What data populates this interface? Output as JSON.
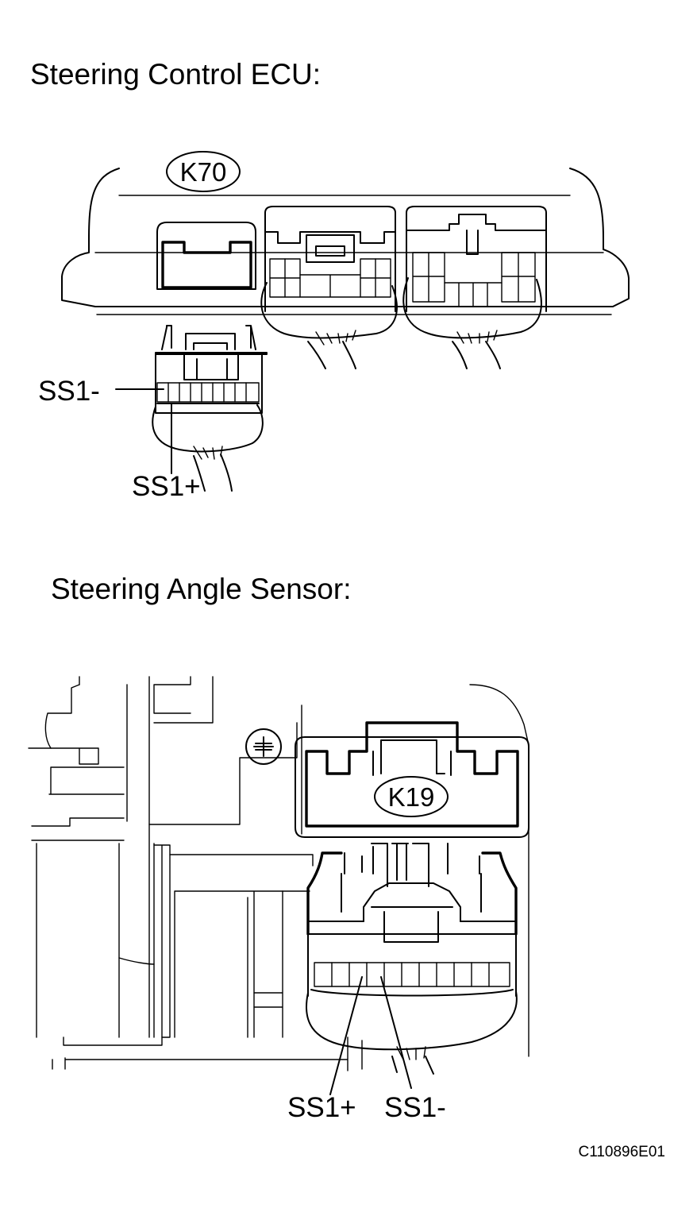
{
  "ecu_section": {
    "heading": "Steering Control ECU:",
    "connector_code": "K70",
    "pin_minus": "SS1-",
    "pin_plus": "SS1+"
  },
  "sensor_section": {
    "heading": "Steering Angle Sensor:",
    "connector_code": "K19",
    "pin_plus": "SS1+",
    "pin_minus": "SS1-"
  },
  "figure_code": "C110896E01"
}
